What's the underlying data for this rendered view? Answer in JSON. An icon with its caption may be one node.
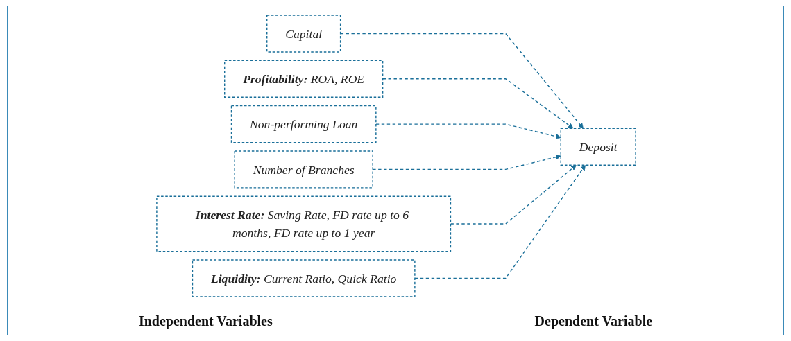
{
  "diagram": {
    "nodes": [
      {
        "text": [
          "Capital"
        ]
      },
      {
        "text": [
          "**Profitability:** ROA, ROE"
        ]
      },
      {
        "text": [
          "Non-performing Loan"
        ]
      },
      {
        "text": [
          "Number of Branches"
        ]
      },
      {
        "text": [
          "**Interest Rate:** Saving Rate, FD rate up to 6 months, FD rate up to 1 year"
        ]
      },
      {
        "text": [
          "**Liquidity:** Current Ratio, Quick Ratio"
        ]
      },
      {
        "text": [
          "Deposit"
        ]
      }
    ],
    "edges": [
      {
        "from": 0,
        "to": 6,
        "arrow": "to",
        "style": "dashed"
      },
      {
        "from": 1,
        "to": 6,
        "arrow": "to",
        "style": "dashed"
      },
      {
        "from": 2,
        "to": 6,
        "arrow": "to",
        "style": "dashed"
      },
      {
        "from": 3,
        "to": 6,
        "arrow": "to",
        "style": "dashed"
      },
      {
        "from": 4,
        "to": 6,
        "arrow": "to",
        "style": "dashed"
      },
      {
        "from": 5,
        "to": 6,
        "arrow": "to",
        "style": "dashed"
      }
    ],
    "labels": [
      "Independent Variables",
      "Dependent Variable"
    ]
  }
}
